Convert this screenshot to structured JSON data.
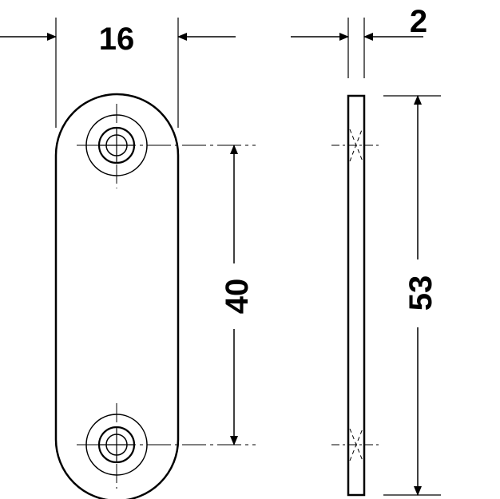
{
  "colors": {
    "line": "#000000",
    "background": "#ffffff"
  },
  "dimensions": {
    "width": "16",
    "thickness": "2",
    "hole_spacing": "40",
    "length": "53"
  }
}
